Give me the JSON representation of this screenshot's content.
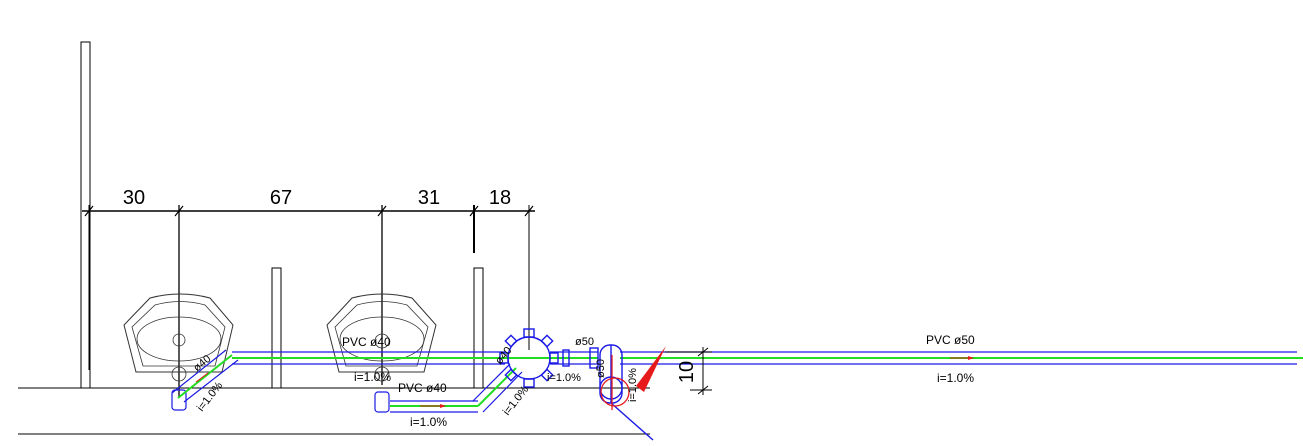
{
  "dimensions": {
    "d1": "30",
    "d2": "67",
    "d3": "31",
    "d4": "18",
    "height": "10"
  },
  "annotations": {
    "main_pipe_label": "PVC  ø50",
    "main_pipe_slope": "i=1.0%",
    "sink2_pipe_label": "PVC  ø40",
    "sink2_slope": "i=1.0%",
    "lower_pipe_label": "PVC  ø40",
    "lower_slope": "i=1.0%",
    "sink1_diam": "ø40",
    "sink1_slope": "i=1.0%",
    "diag_slope": "i=1.0%",
    "trap_diam": "ø40",
    "trap_out_diam": "ø50",
    "trap_slope": "i=1.0%",
    "riser_diam": "ø50",
    "riser_slope": "i=1.0%"
  },
  "colors": {
    "pipe_outline": "#1a1ae6",
    "pipe_center": "#22dd22",
    "flow_arrow": "#e61a1a",
    "linework": "#000000",
    "fixture": "#333333"
  }
}
